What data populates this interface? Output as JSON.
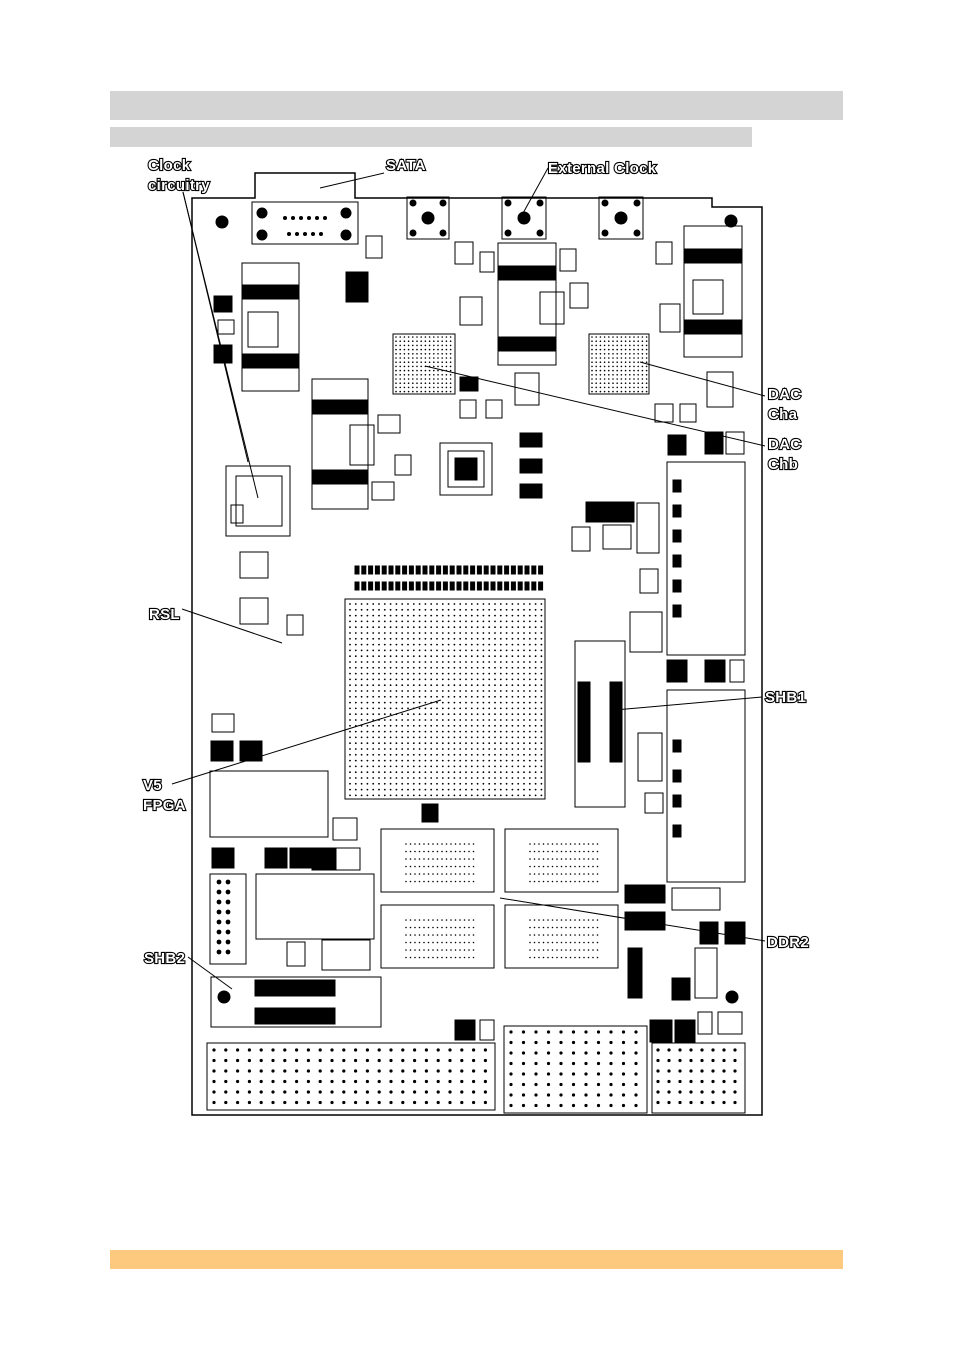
{
  "callouts": {
    "clock_line1": "Clock",
    "clock_line2": "circuitry",
    "sata": "SATA",
    "external_clock": "External Clock",
    "dac_cha_line1": "DAC",
    "dac_cha_line2": "Cha",
    "dac_chb_line1": "DAC",
    "dac_chb_line2": "Chb",
    "rsl": "RSL",
    "shb1": "SHB1",
    "v5_line1": "V5",
    "v5_line2": "FPGA",
    "shb2": "SHB2",
    "ddr2": "DDR2"
  },
  "colors": {
    "header_bar": "#d4d4d4",
    "footer_bar": "#fcc97e",
    "outline": "#000000",
    "board": "#ffffff"
  }
}
